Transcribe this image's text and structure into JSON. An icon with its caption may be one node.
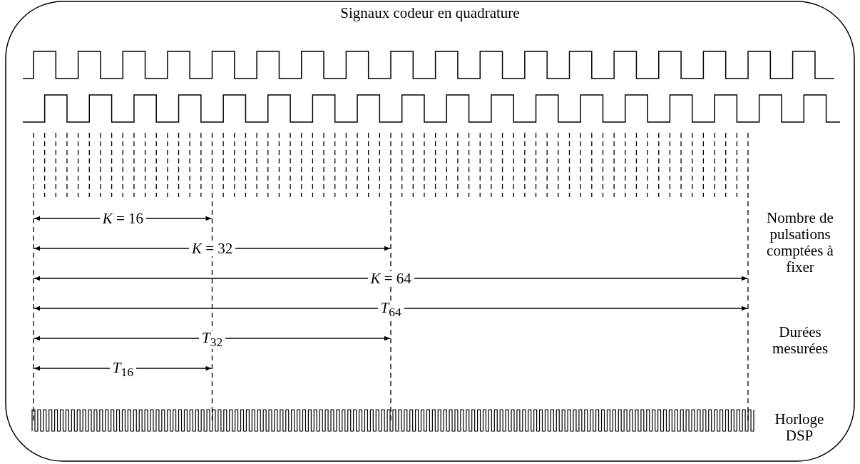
{
  "diagram": {
    "title": "Signaux codeur en quadrature",
    "labels": [
      "*K* = 16",
      "*K* = 32",
      "*K* = 64",
      "*T*$_{64}$",
      "*T*$_{32}$",
      "*T*$_{16}$",
      "Nombre de pulsations comptées à fixer",
      "Durées mesurées",
      "Horloge DSP"
    ]
  }
}
